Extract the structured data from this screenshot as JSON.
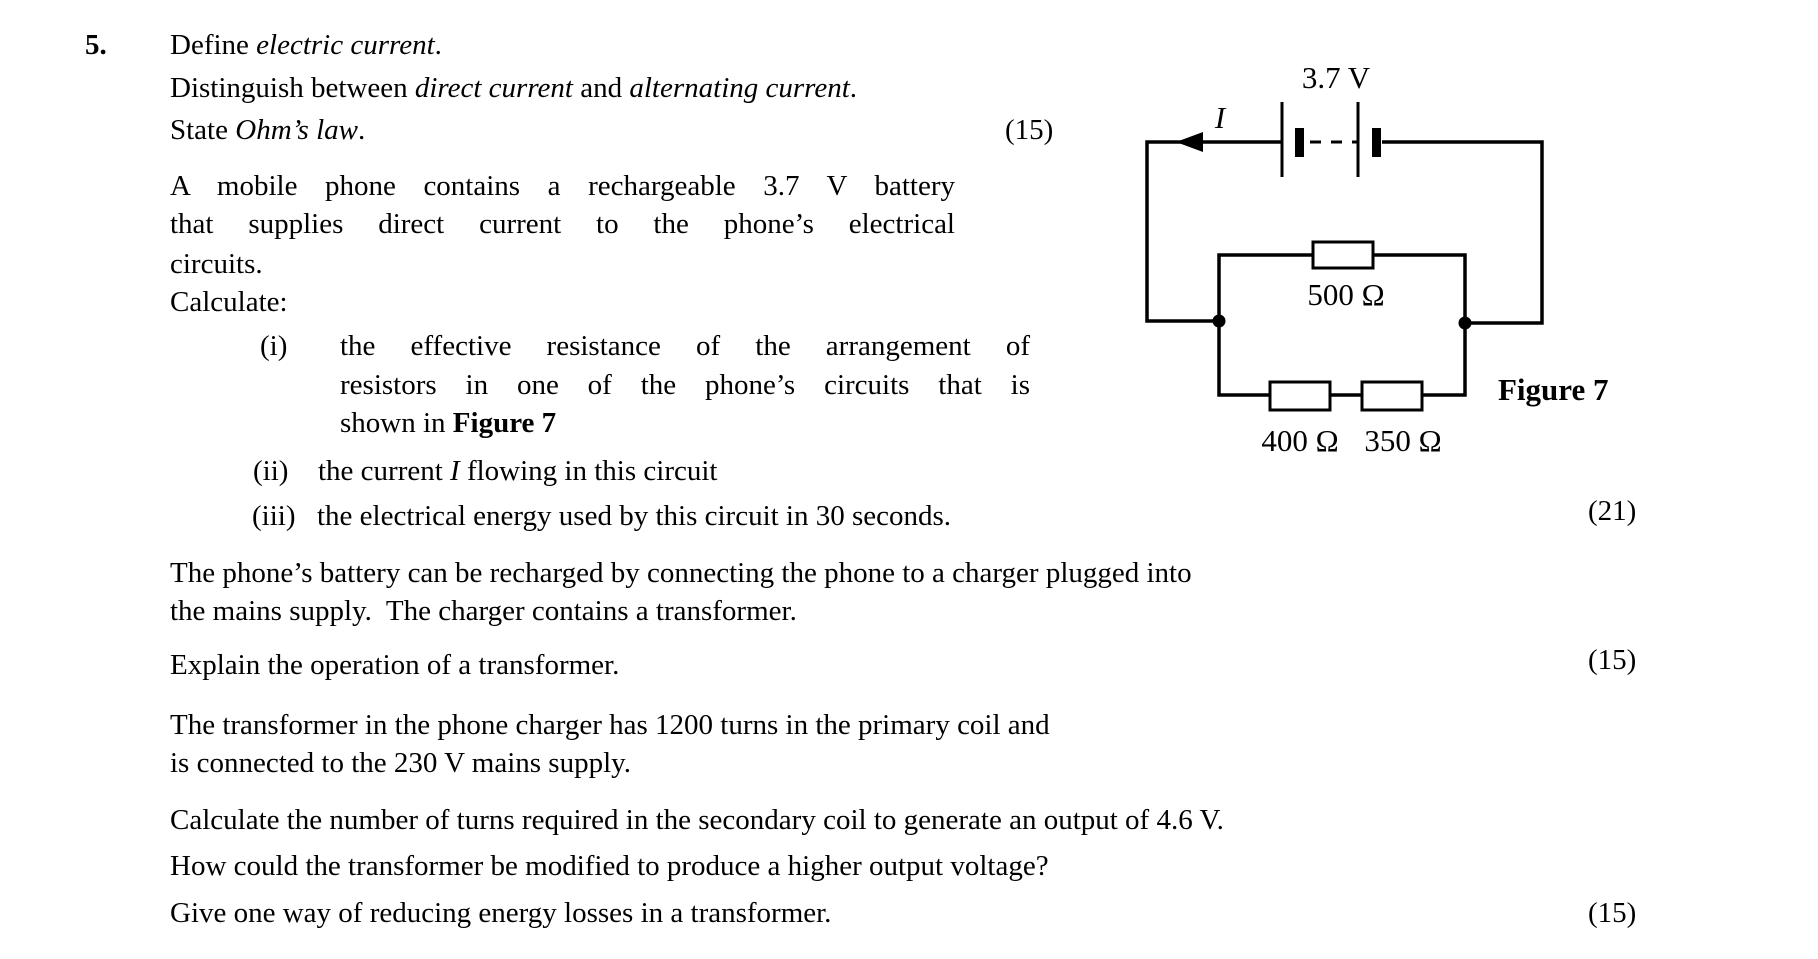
{
  "question": {
    "number": "5.",
    "define_line": {
      "pre": "Define ",
      "italic": "electric current",
      "post": "."
    },
    "distinguish_line": {
      "pre": "Distinguish between ",
      "italic1": "direct current",
      "mid": " and ",
      "italic2": "alternating current",
      "post": "."
    },
    "state_line": {
      "pre": "State ",
      "italic": "Ohm’s law",
      "post": ".",
      "mark": "(15)"
    },
    "battery_para": {
      "line1": "A mobile phone contains a rechargeable 3.7 V battery",
      "line2": "that supplies direct current to the phone’s electrical",
      "line3": "circuits."
    },
    "calculate_label": "Calculate:",
    "items": {
      "i": {
        "numeral": "(i)",
        "line1": "the effective resistance of the arrangement of",
        "line2": "resistors in one of the phone’s circuits that is",
        "line3_pre": "shown in ",
        "line3_bold": "Figure 7"
      },
      "ii": {
        "numeral": "(ii)",
        "pre": "the current ",
        "italic": "I",
        "post": " flowing in this circuit"
      },
      "iii": {
        "numeral": "(iii)",
        "text": "the electrical energy used by this circuit in 30 seconds.",
        "mark": "(21)"
      }
    },
    "recharge_para": {
      "line1": "The phone’s battery can be recharged by connecting the phone to a charger plugged into",
      "line2": "the mains supply.  The charger contains a transformer."
    },
    "explain_line": {
      "text": "Explain the operation of a transformer.",
      "mark": "(15)"
    },
    "transformer_para": {
      "line1": "The transformer in the phone charger has 1200 turns in the primary coil and",
      "line2": "is connected to the 230 V mains supply."
    },
    "secondary_line": "Calculate the number of turns required in the secondary coil to generate an output of 4.6 V.",
    "modify_line": "How could the transformer be modified to produce a higher output voltage?",
    "losses_line": {
      "text": "Give one way of reducing energy losses in a transformer.",
      "mark": "(15)"
    }
  },
  "figure": {
    "caption": "Figure 7",
    "battery_voltage": "3.7 V",
    "current_label": "I",
    "resistor_parallel": "500 Ω",
    "resistor_series_left": "400 Ω",
    "resistor_series_right": "350 Ω"
  },
  "colors": {
    "ink": "#000000",
    "paper": "#ffffff"
  }
}
